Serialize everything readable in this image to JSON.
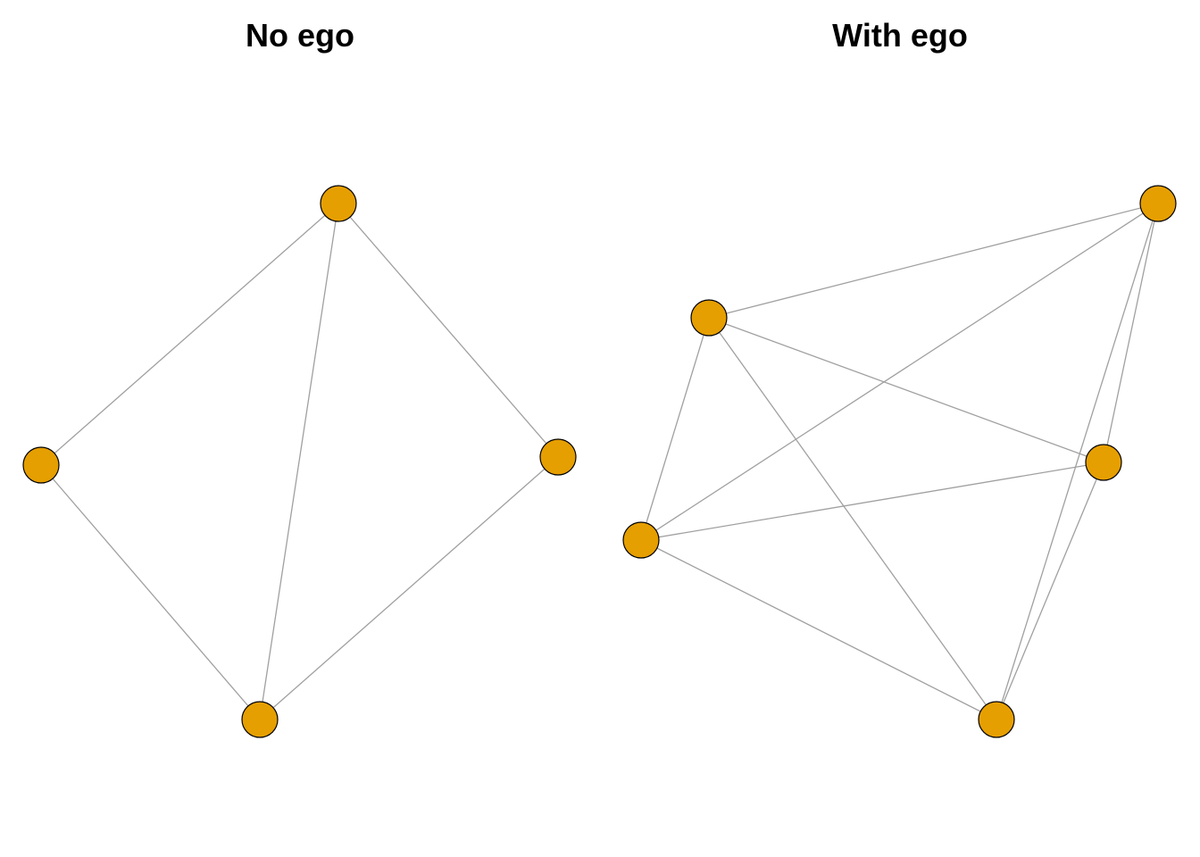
{
  "figure": {
    "panels": [
      {
        "title": "No ego",
        "node_count": 4,
        "edges": [
          [
            0,
            1
          ],
          [
            0,
            2
          ],
          [
            0,
            3
          ],
          [
            1,
            2
          ],
          [
            2,
            3
          ]
        ]
      },
      {
        "title": "With ego",
        "node_count": 5,
        "edges": [
          [
            0,
            1
          ],
          [
            0,
            2
          ],
          [
            0,
            3
          ],
          [
            0,
            4
          ],
          [
            1,
            2
          ],
          [
            1,
            3
          ],
          [
            1,
            4
          ],
          [
            2,
            3
          ],
          [
            2,
            4
          ],
          [
            3,
            4
          ]
        ]
      }
    ],
    "colors": {
      "node_fill": "#E69F00",
      "node_stroke": "#000000",
      "edge": "#a0a0a0",
      "background": "#ffffff"
    }
  }
}
